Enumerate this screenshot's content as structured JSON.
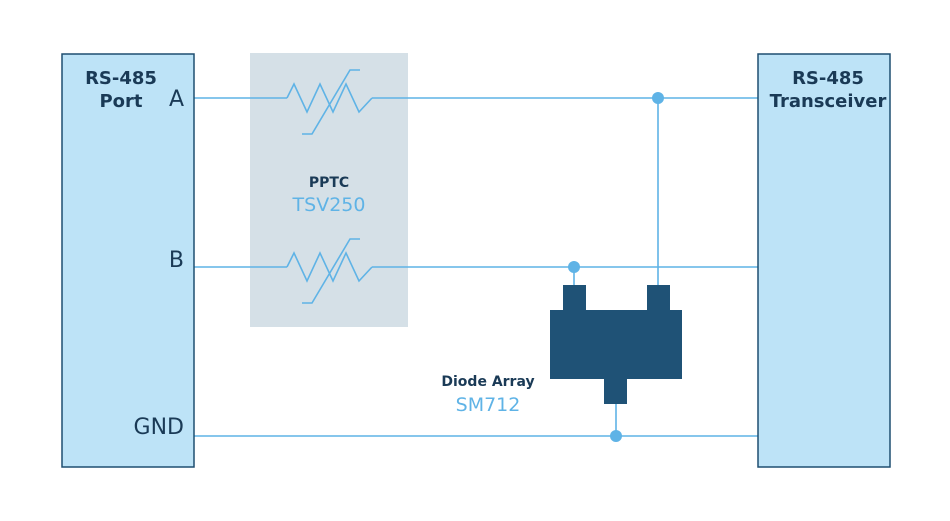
{
  "colors": {
    "box_fill": "#bde3f7",
    "box_stroke": "#1f4e70",
    "wire": "#5fb3e6",
    "pptc_bg": "#d5e0e7",
    "chip": "#1f5276",
    "text_dark": "#1a3a56",
    "text_accent": "#5fb3e6"
  },
  "port": {
    "title_line1": "RS-485",
    "title_line2": "Port"
  },
  "transceiver": {
    "title_line1": "RS-485",
    "title_line2": "Transceiver"
  },
  "lines": {
    "a": "A",
    "b": "B",
    "gnd": "GND"
  },
  "pptc": {
    "title": "PPTC",
    "part": "TSV250"
  },
  "diode": {
    "title": "Diode Array",
    "part": "SM712"
  }
}
